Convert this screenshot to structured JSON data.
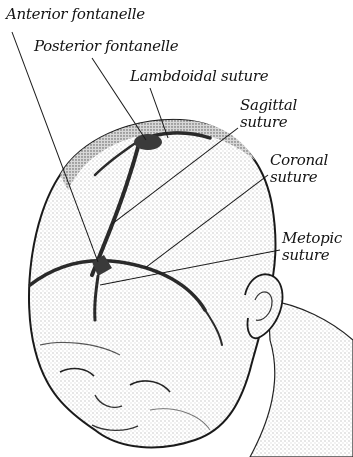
{
  "diagram": {
    "labels": {
      "anterior_fontanelle": "Anterior fontanelle",
      "posterior_fontanelle": "Posterior fontanelle",
      "lambdoidal_suture": "Lambdoidal suture",
      "sagittal_suture": [
        "Sagittal",
        "suture"
      ],
      "coronal_suture": [
        "Coronal",
        "suture"
      ],
      "metopic_suture": [
        "Metopic",
        "suture"
      ]
    },
    "colors": {
      "ink": "#141414",
      "paper": "#ffffff",
      "skin_shade": "#cfcfcf",
      "suture_line": "#2a2a2a"
    }
  }
}
